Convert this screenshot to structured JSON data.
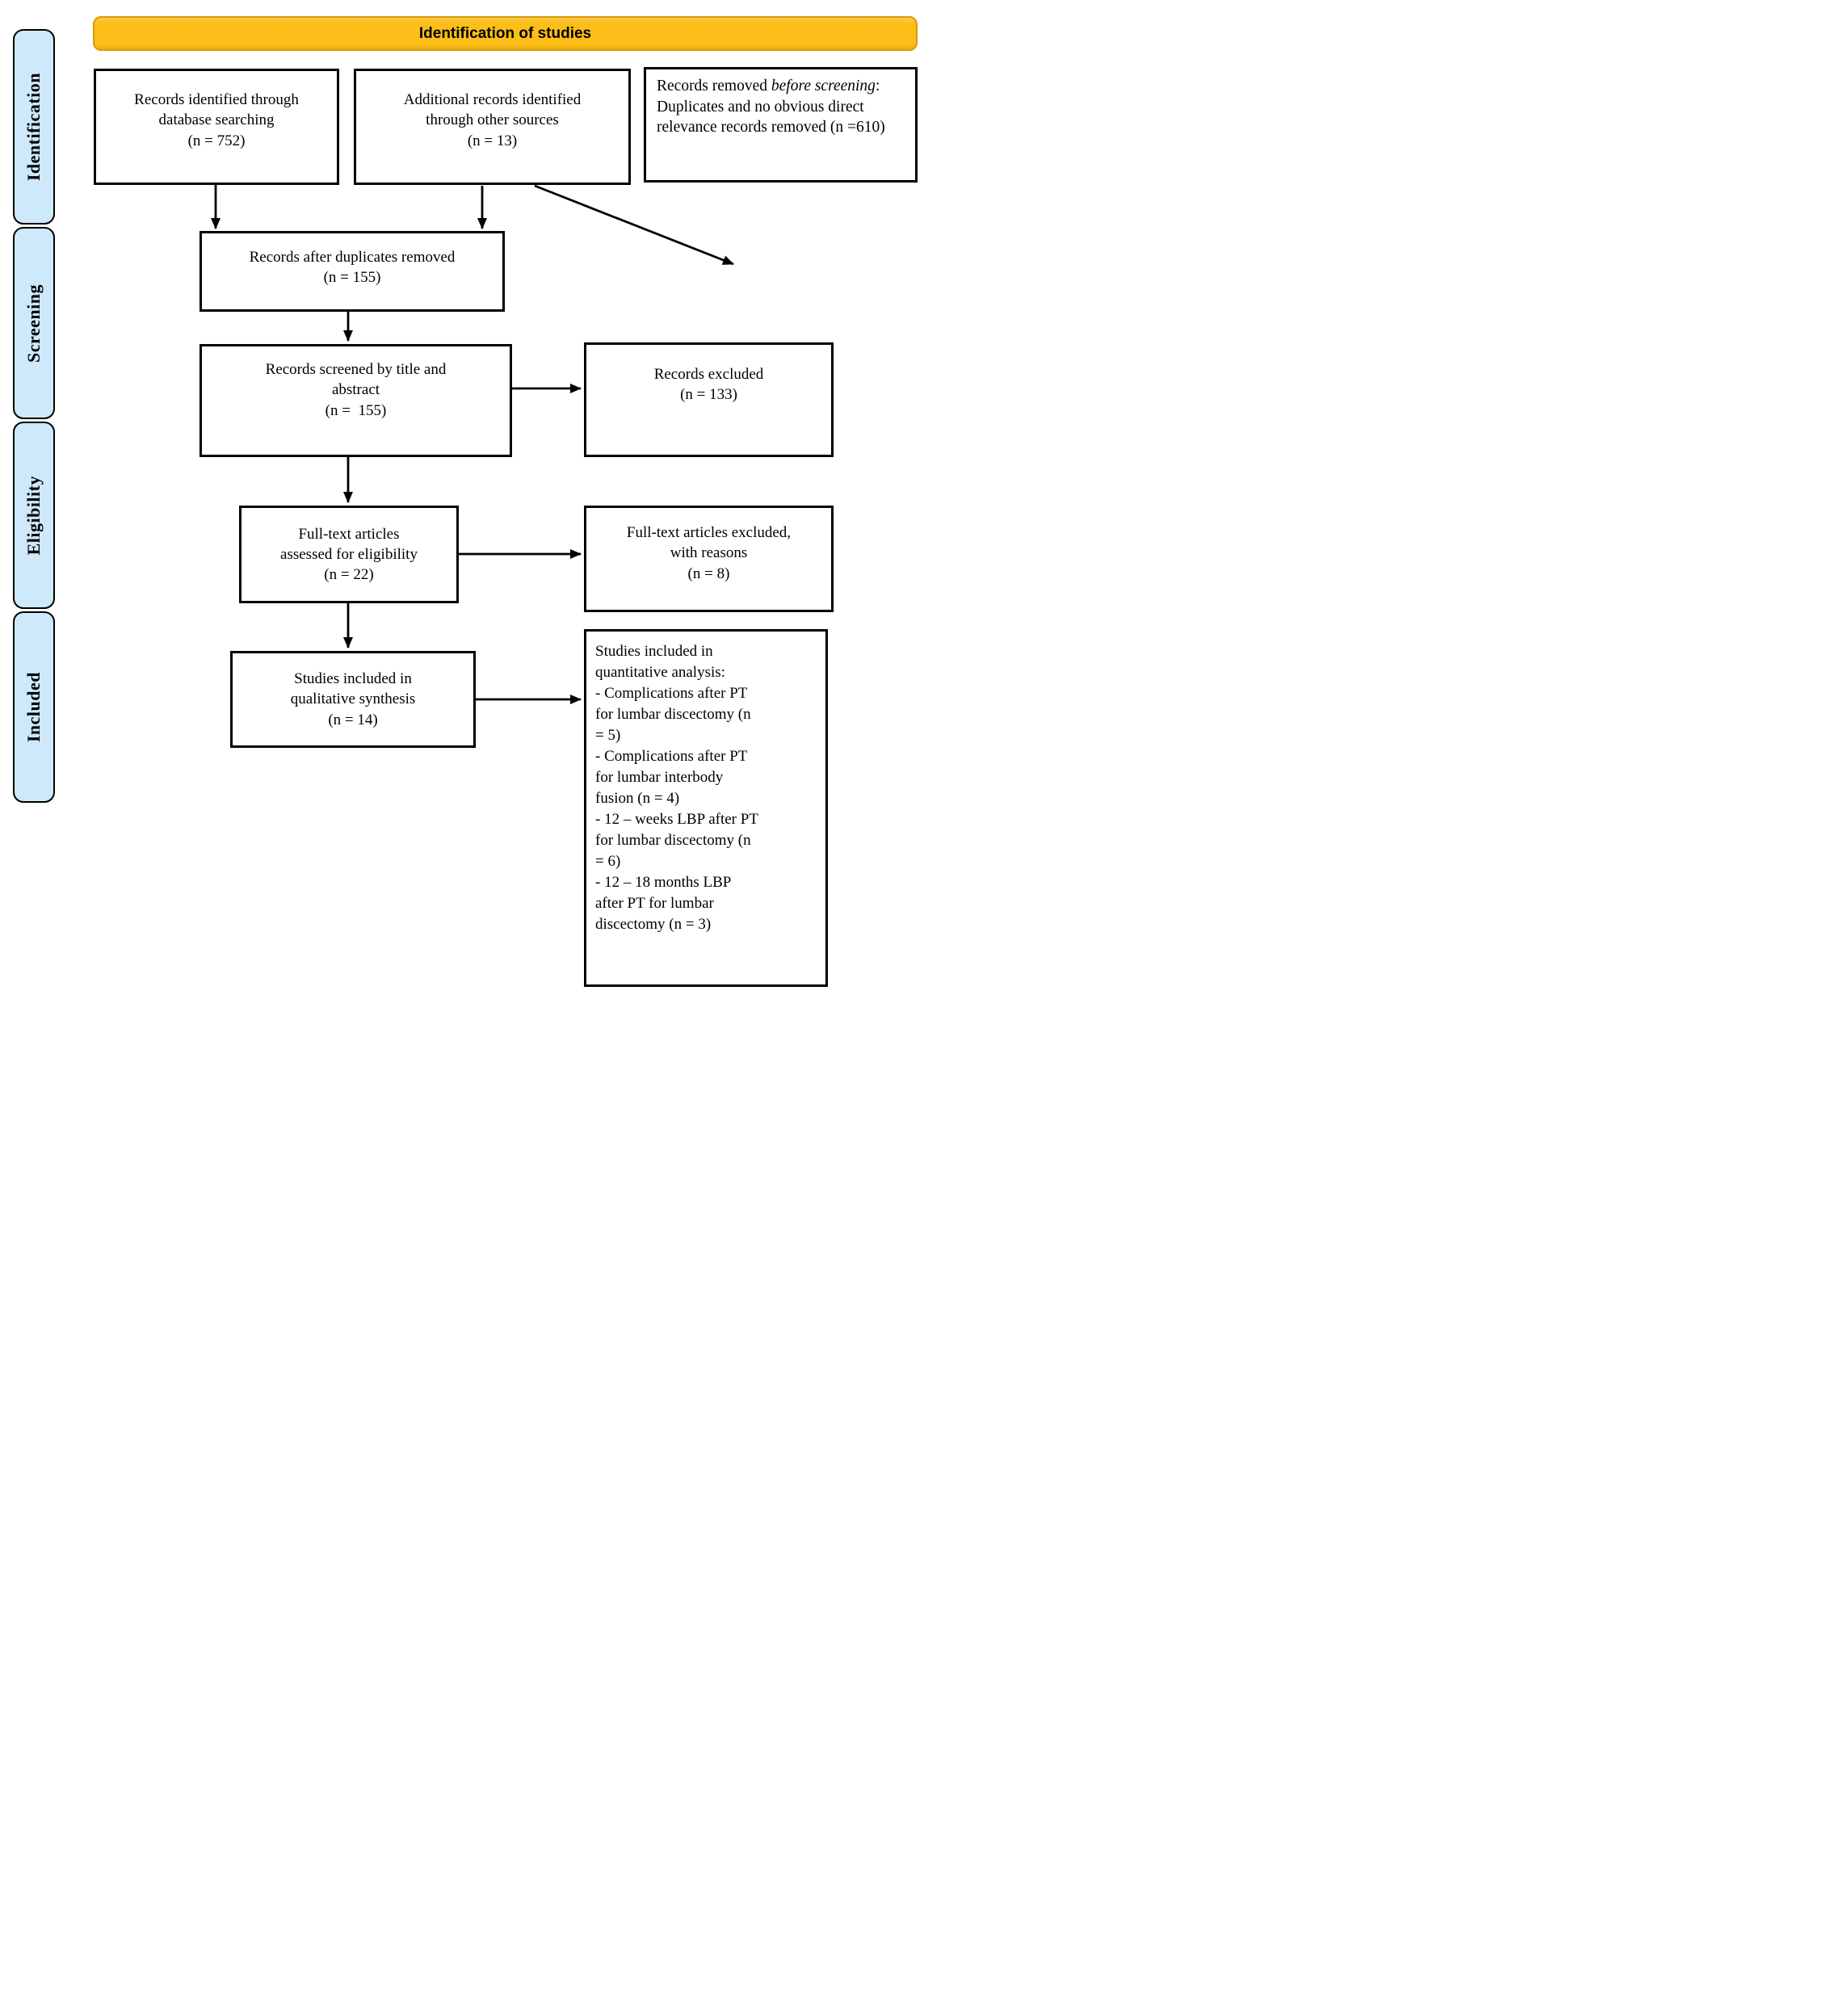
{
  "banner": {
    "label": "Identification of studies"
  },
  "colors": {
    "banner_bg": "#FCBE17",
    "banner_border": "#D99C0B",
    "tab_bg": "#CEE9F9",
    "box_border": "#000000",
    "arrow": "#000000"
  },
  "sidebar": {
    "items": [
      {
        "label": "Identification"
      },
      {
        "label": "Screening"
      },
      {
        "label": "Eligibility"
      },
      {
        "label": "Included"
      }
    ]
  },
  "boxes": {
    "identified_db": {
      "lines": [
        "Records identified through",
        "database searching",
        "(n = 752)"
      ]
    },
    "additional_sources": {
      "lines": [
        "Additional records identified",
        "through other sources",
        "(n = 13)"
      ]
    },
    "removed_before": {
      "part1": "Records removed ",
      "part2_italic": "before screening",
      "part3": ": Duplicates and no obvious direct relevance records removed (n =610)"
    },
    "after_duplicates": {
      "lines": [
        "Records after duplicates removed",
        "(n = 155)"
      ]
    },
    "screened": {
      "lines": [
        "Records screened by title and",
        "abstract",
        "(n =  155)"
      ]
    },
    "records_excluded": {
      "lines": [
        "Records excluded",
        "(n = 133)"
      ]
    },
    "fulltext_assessed": {
      "lines": [
        "Full-text articles",
        "assessed for eligibility",
        "(n = 22)"
      ]
    },
    "fulltext_excluded": {
      "lines": [
        "Full-text articles excluded,",
        "with reasons",
        "(n = 8)"
      ]
    },
    "qualitative": {
      "lines": [
        "Studies included in",
        "qualitative synthesis",
        "(n = 14)"
      ]
    },
    "quantitative": {
      "lines": [
        "Studies included in",
        "quantitative analysis:",
        "- Complications after PT",
        "for lumbar discectomy (n",
        "= 5)",
        "- Complications after PT",
        "for lumbar interbody",
        "fusion (n = 4)",
        "- 12 – weeks LBP after PT",
        "for lumbar discectomy (n",
        "= 6)",
        "- 12 – 18 months LBP",
        "after PT for lumbar",
        "discectomy (n = 3)"
      ]
    }
  }
}
